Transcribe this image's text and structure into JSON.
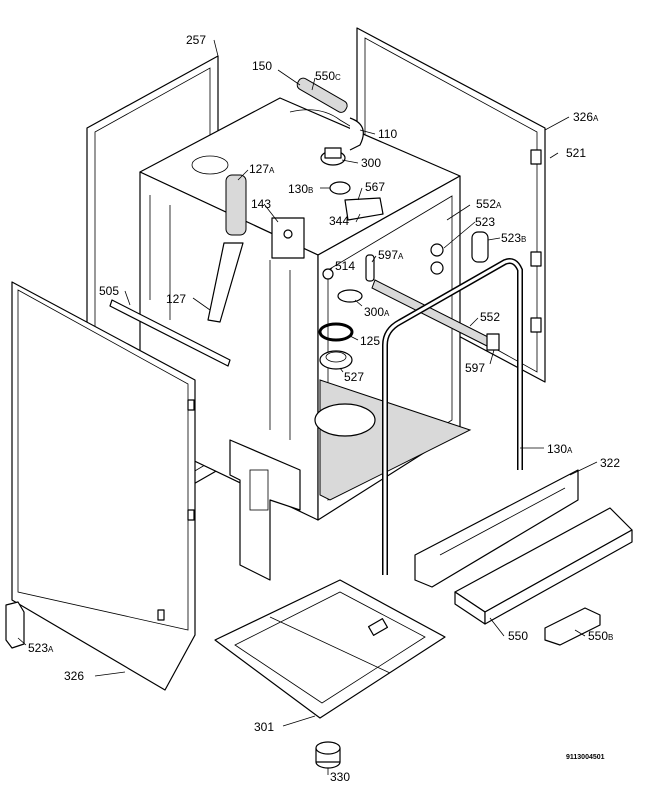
{
  "diagram": {
    "reference_code": "9113004501",
    "part_labels": [
      {
        "id": "257",
        "text": "257"
      },
      {
        "id": "150",
        "text": "150"
      },
      {
        "id": "550c",
        "text": "550",
        "suffix": "C"
      },
      {
        "id": "326a",
        "text": "326",
        "suffix": "A"
      },
      {
        "id": "110",
        "text": "110"
      },
      {
        "id": "521",
        "text": "521"
      },
      {
        "id": "300",
        "text": "300"
      },
      {
        "id": "127a",
        "text": "127",
        "suffix": "A"
      },
      {
        "id": "130b",
        "text": "130",
        "suffix": "B"
      },
      {
        "id": "567",
        "text": "567"
      },
      {
        "id": "552a",
        "text": "552",
        "suffix": "A"
      },
      {
        "id": "143",
        "text": "143"
      },
      {
        "id": "344",
        "text": "344"
      },
      {
        "id": "523",
        "text": "523"
      },
      {
        "id": "523b",
        "text": "523",
        "suffix": "B"
      },
      {
        "id": "597a",
        "text": "597",
        "suffix": "A"
      },
      {
        "id": "514",
        "text": "514"
      },
      {
        "id": "505",
        "text": "505"
      },
      {
        "id": "127",
        "text": "127"
      },
      {
        "id": "300a",
        "text": "300",
        "suffix": "A"
      },
      {
        "id": "552",
        "text": "552"
      },
      {
        "id": "125",
        "text": "125"
      },
      {
        "id": "597",
        "text": "597"
      },
      {
        "id": "527",
        "text": "527"
      },
      {
        "id": "130a",
        "text": "130",
        "suffix": "A"
      },
      {
        "id": "322",
        "text": "322"
      },
      {
        "id": "523a",
        "text": "523",
        "suffix": "A"
      },
      {
        "id": "550",
        "text": "550"
      },
      {
        "id": "550b",
        "text": "550",
        "suffix": "B"
      },
      {
        "id": "326",
        "text": "326"
      },
      {
        "id": "301",
        "text": "301"
      },
      {
        "id": "330",
        "text": "330"
      }
    ]
  }
}
